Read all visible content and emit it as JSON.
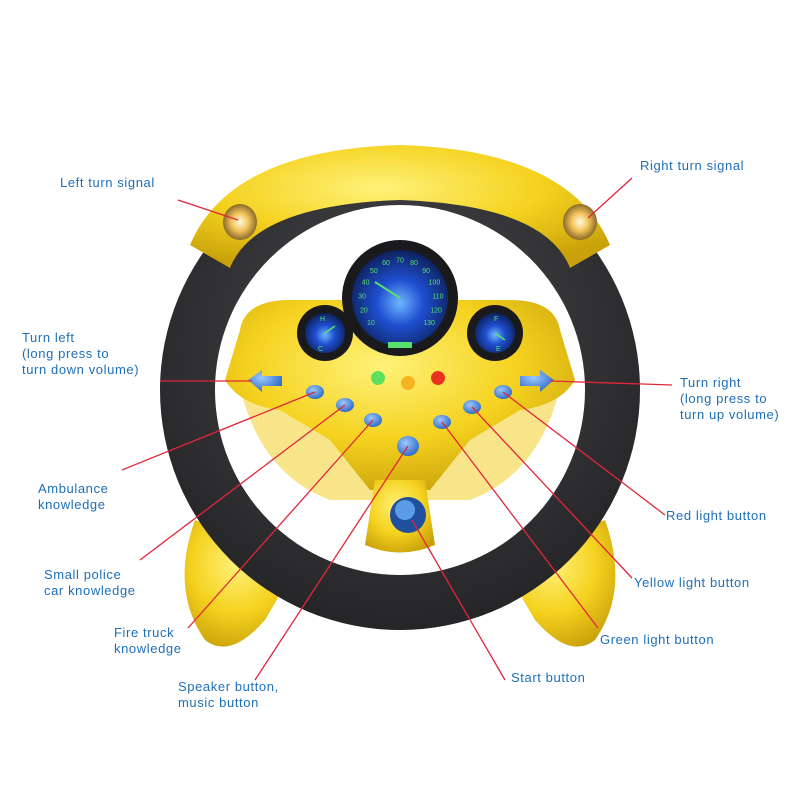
{
  "colors": {
    "label_text": "#1d6fb8",
    "leader_line": "#e2263b",
    "wheel_yellow": "#f5d21f",
    "wheel_black": "#2e2e30",
    "button_blue": "#3d83d6",
    "dial_blue": "#1f4fd1",
    "dial_green": "#57e06b"
  },
  "speedometer": {
    "ticks": [
      "10",
      "20",
      "30",
      "40",
      "50",
      "60",
      "70",
      "80",
      "90",
      "100",
      "110",
      "120",
      "130"
    ]
  },
  "left_gauge": {
    "top": "H",
    "bottom": "C"
  },
  "right_gauge": {
    "top": "F",
    "bottom": "E"
  },
  "labels": {
    "left_turn_signal": "Left turn signal",
    "right_turn_signal": "Right turn signal",
    "turn_left": "Turn left\n(long press to\nturn down volume)",
    "turn_right": "Turn right\n(long press to\nturn up volume)",
    "ambulance": "Ambulance\nknowledge",
    "police": "Small police\ncar knowledge",
    "fire_truck": "Fire truck\nknowledge",
    "speaker": "Speaker button,\nmusic button",
    "start": "Start button",
    "green_light": "Green light button",
    "yellow_light": "Yellow light button",
    "red_light": "Red light button"
  }
}
